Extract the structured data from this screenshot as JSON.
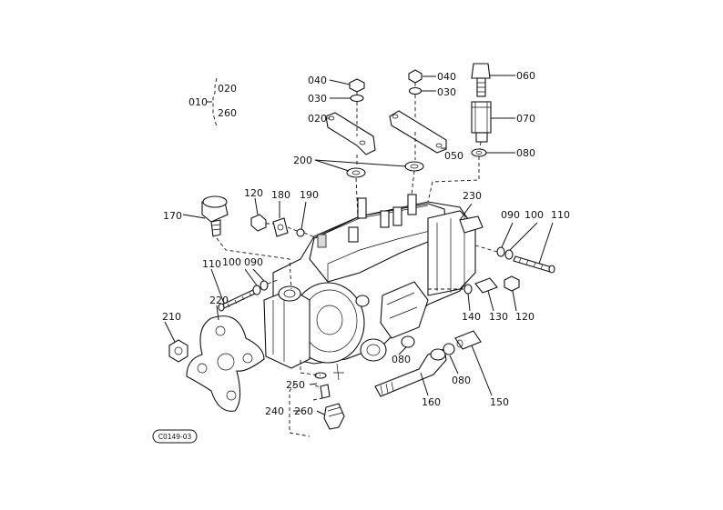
{
  "diagram_code": "C0149-03",
  "callouts": {
    "c040a": "040",
    "c030a": "030",
    "c020a": "020",
    "c040b": "040",
    "c030b": "030",
    "c050": "050",
    "c060": "060",
    "c070": "070",
    "c080a": "080",
    "c010": "010",
    "c010_020": "020",
    "c010_260": "260",
    "c200": "200",
    "c230": "230",
    "c170": "170",
    "c120a": "120",
    "c180": "180",
    "c190": "190",
    "c090a": "090",
    "c100a": "100",
    "c110a": "110",
    "c110b": "110",
    "c100b": "100",
    "c090b": "090",
    "c220": "220",
    "c210": "210",
    "c140": "140",
    "c130": "130",
    "c120b": "120",
    "c080b": "080",
    "c080c": "080",
    "c160": "160",
    "c150": "150",
    "c250": "250",
    "c240": "240",
    "c260": "260"
  }
}
